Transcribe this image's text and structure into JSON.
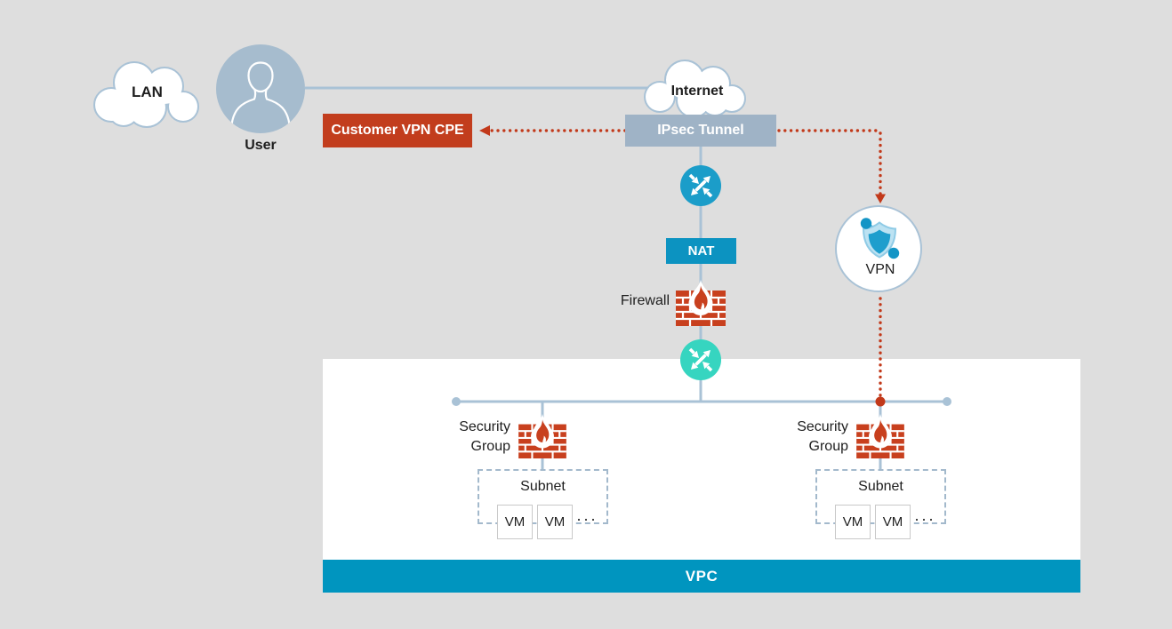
{
  "nodes": {
    "lan": {
      "label": "LAN"
    },
    "user": {
      "label": "User"
    },
    "internet": {
      "label": "Internet"
    },
    "cpe": {
      "label": "Customer VPN CPE"
    },
    "ipsec": {
      "label": "IPsec Tunnel"
    },
    "nat": {
      "label": "NAT"
    },
    "firewall": {
      "label": "Firewall"
    },
    "vpn": {
      "label": "VPN"
    }
  },
  "vpc": {
    "label": "VPC",
    "left": {
      "security_group": "Security\nGroup",
      "subnet": "Subnet",
      "vms": [
        "VM",
        "VM"
      ],
      "ellipsis": "···"
    },
    "right": {
      "security_group": "Security\nGroup",
      "subnet": "Subnet",
      "vms": [
        "VM",
        "VM"
      ],
      "ellipsis": "···"
    }
  },
  "icons": {
    "lan_cloud": "cloud-icon",
    "internet_cloud": "cloud-icon",
    "user": "person-avatar-icon",
    "router_top": "router-crossed-arrows-icon (blue)",
    "router_bottom": "router-crossed-arrows-icon (teal)",
    "firewall": "brick-wall-flame-icon",
    "security_group": "brick-wall-flame-icon",
    "vpn": "shield-network-icon"
  },
  "colors": {
    "background": "#DEDEDE",
    "connector_gray": "#A9C2D6",
    "dotted_red": "#C2391A",
    "cpe_red": "#C23D1D",
    "ipsec_gray": "#9FB3C6",
    "nat_blue": "#0C93C1",
    "router_blue": "#1B9DC9",
    "router_teal": "#36D5C0",
    "firewall_red": "#C8401E",
    "vpc_blue": "#0095BF",
    "avatar_fill": "#A6BCCE"
  }
}
